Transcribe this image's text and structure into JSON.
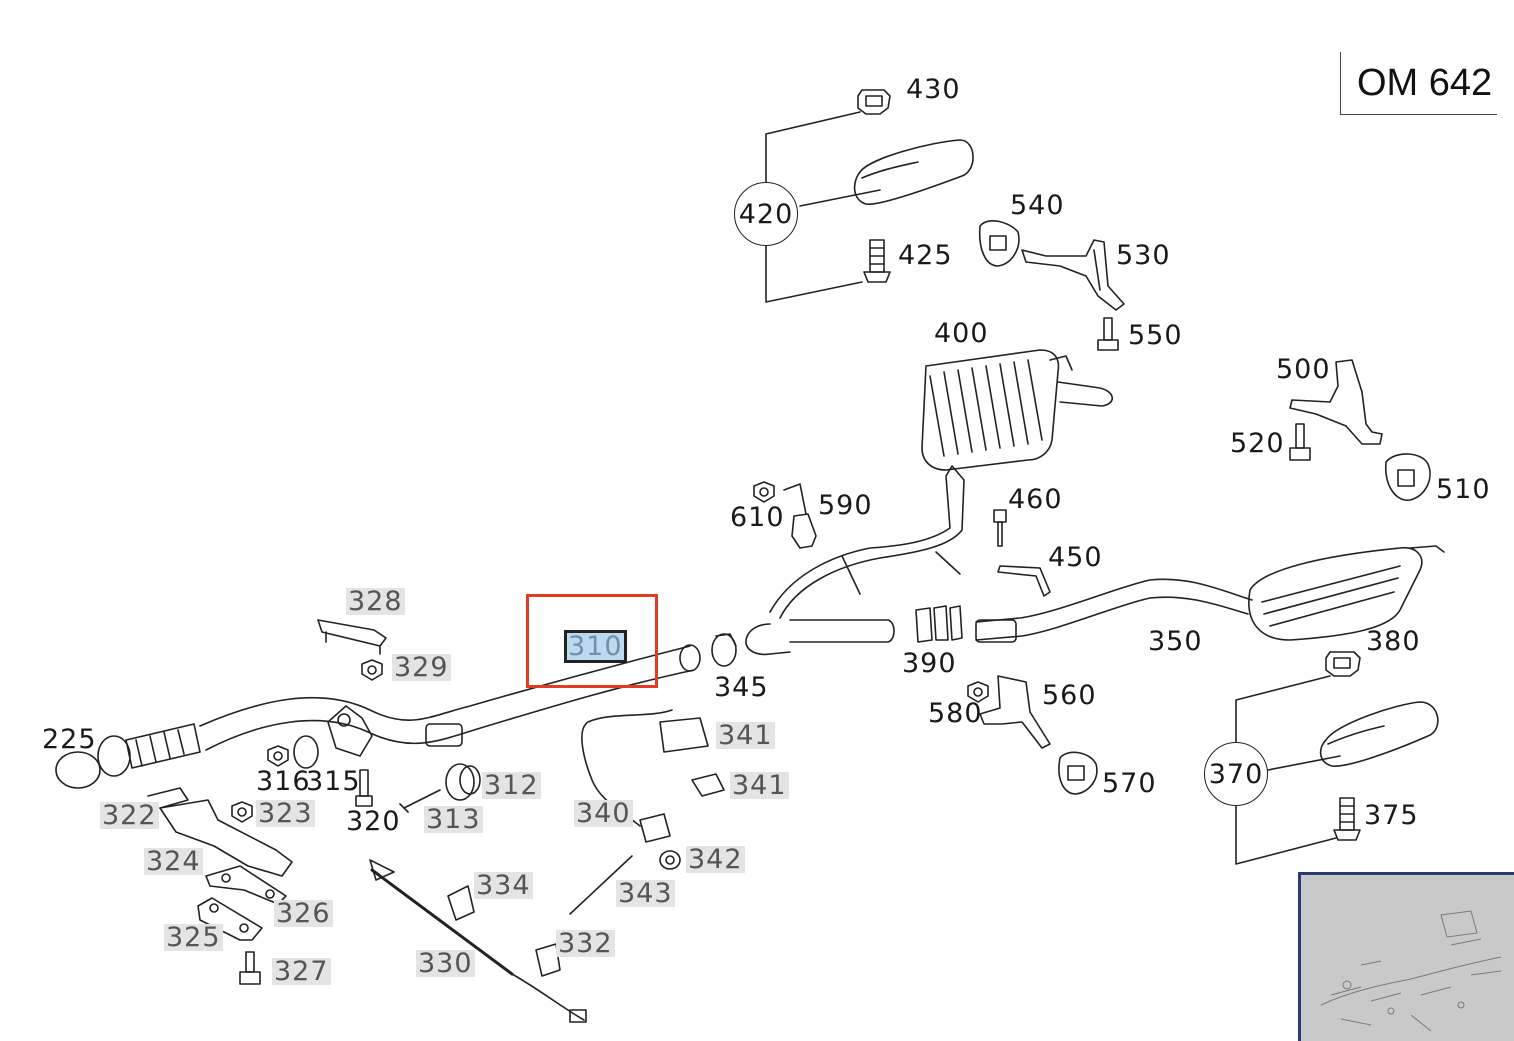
{
  "engine_code": "OM 642",
  "highlighted_part": "310",
  "labels": {
    "p430": "430",
    "p420": "420",
    "p425": "425",
    "p540": "540",
    "p530": "530",
    "p550": "550",
    "p400": "400",
    "p500": "500",
    "p520": "520",
    "p510": "510",
    "p610": "610",
    "p590": "590",
    "p460": "460",
    "p450": "450",
    "p328": "328",
    "p329": "329",
    "p310": "310",
    "p345": "345",
    "p390": "390",
    "p350": "350",
    "p380": "380",
    "p560": "560",
    "p580": "580",
    "p225": "225",
    "p341a": "341",
    "p341b": "341",
    "p316": "316",
    "p315": "315",
    "p312": "312",
    "p322": "322",
    "p323": "323",
    "p320": "320",
    "p313": "313",
    "p340": "340",
    "p342": "342",
    "p370": "370",
    "p375": "375",
    "p570": "570",
    "p324": "324",
    "p334": "334",
    "p343": "343",
    "p326": "326",
    "p325": "325",
    "p332": "332",
    "p327": "327",
    "p330": "330"
  }
}
